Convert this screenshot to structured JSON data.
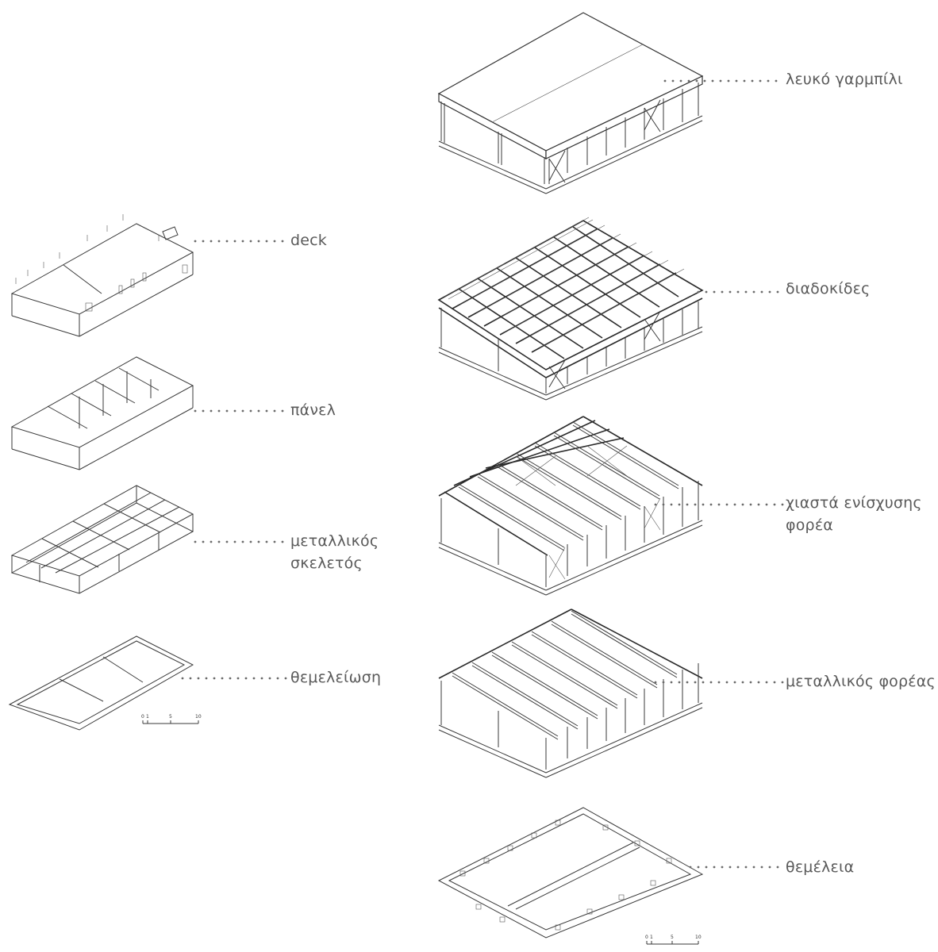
{
  "left_panel": {
    "labels": [
      "deck",
      "πάνελ",
      "μεταλλικός σκελετός",
      "θεμελείωση"
    ],
    "scale_ticks": [
      "0",
      "1",
      "5",
      "10"
    ]
  },
  "right_panel": {
    "labels": [
      "λευκό γαρμπίλι",
      "διαδοκίδες",
      "χιαστά ενίσχυσης φορέα",
      "μεταλλικός φορέας",
      "θεμέλεια"
    ],
    "scale_ticks": [
      "0",
      "1",
      "5",
      "10"
    ]
  }
}
